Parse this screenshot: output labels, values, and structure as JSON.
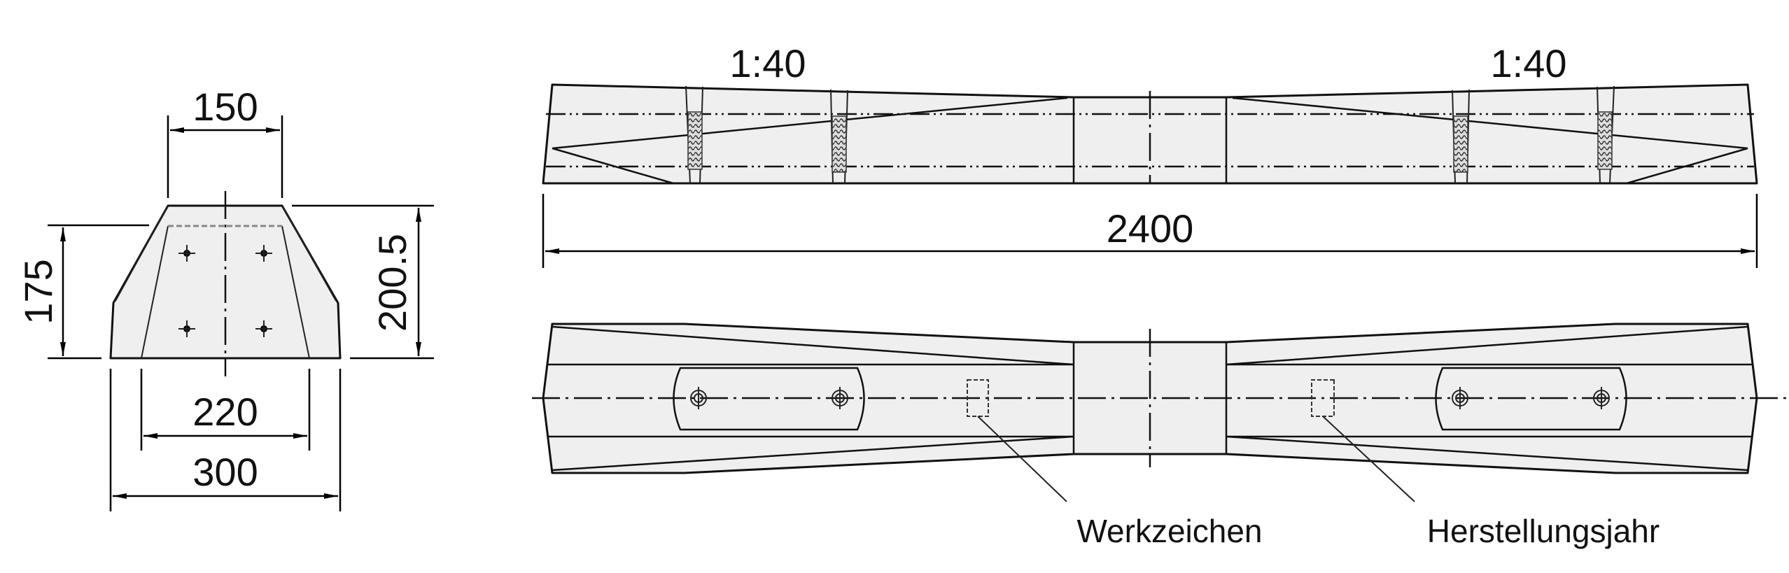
{
  "cross_section": {
    "dims": {
      "top_width": "150",
      "height_inner": "175",
      "height_total": "200.5",
      "base_inner": "220",
      "base_width": "300"
    }
  },
  "side_view": {
    "slope_left": "1:40",
    "slope_right": "1:40",
    "length": "2400"
  },
  "plan_view": {
    "labels": {
      "maker_mark": "Werkzeichen",
      "year_of_manufacture": "Herstellungsjahr"
    }
  }
}
